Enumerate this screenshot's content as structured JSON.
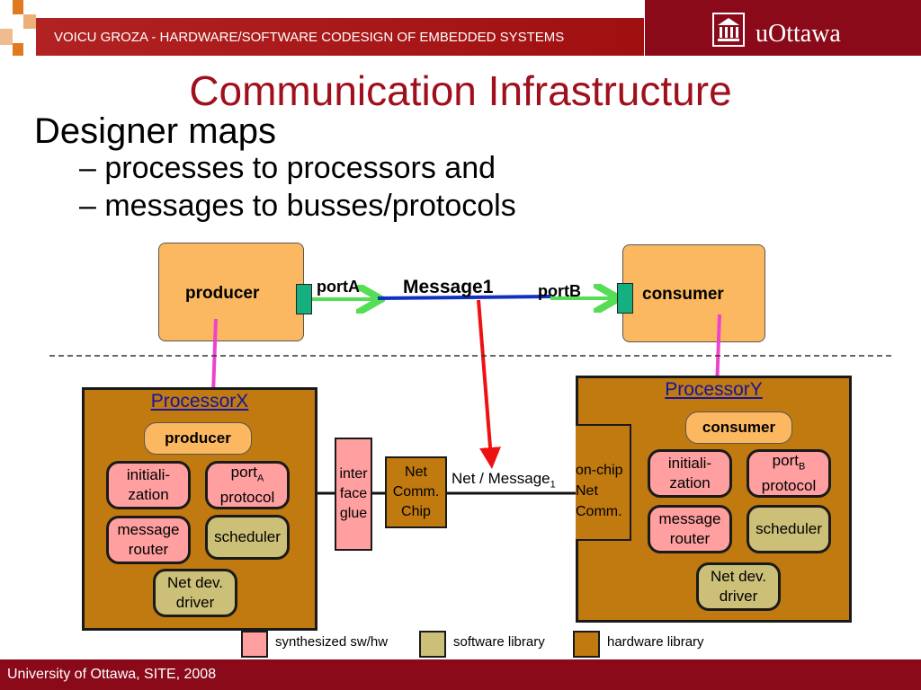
{
  "header": {
    "course": "VOICU GROZA - HARDWARE/SOFTWARE CODESIGN OF EMBEDDED SYSTEMS",
    "logo": "uOttawa"
  },
  "slide": {
    "title": "Communication Infrastructure",
    "bullet": "Designer maps",
    "sub_bullets": [
      "– processes  to processors and",
      "– messages to busses/protocols"
    ]
  },
  "diagram": {
    "producer": "producer",
    "consumer": "consumer",
    "port_a": "portA",
    "port_b": "portB",
    "message": "Message1",
    "processor_x": {
      "title": "ProcessorX",
      "process": "producer",
      "init": [
        "initiali-",
        "zation"
      ],
      "port_base": "port",
      "port_sub": "A",
      "port_line2": "protocol",
      "router": [
        "message",
        "router"
      ],
      "scheduler": "scheduler",
      "driver": [
        "Net dev.",
        "driver"
      ]
    },
    "processor_y": {
      "title": "ProcessorY",
      "process": "consumer",
      "init": [
        "initiali-",
        "zation"
      ],
      "port_base": "port",
      "port_sub": "B",
      "port_line2": "protocol",
      "router": [
        "message",
        "router"
      ],
      "scheduler": "scheduler",
      "driver": [
        "Net dev.",
        "driver"
      ],
      "onchip": [
        "on-chip",
        "Net",
        "Comm."
      ]
    },
    "interface_glue": [
      "inter",
      "face",
      "glue"
    ],
    "net_chip": [
      "Net",
      "Comm.",
      "Chip"
    ],
    "net_message": "Net / Message",
    "net_message_sub": "1"
  },
  "legend": {
    "items": [
      "synthesized sw/hw",
      "software library",
      "hardware library"
    ],
    "colors": [
      "#ff9fa0",
      "#ccc078",
      "#c07a10"
    ]
  },
  "footer": {
    "text": "University of Ottawa, SITE, 2008"
  }
}
